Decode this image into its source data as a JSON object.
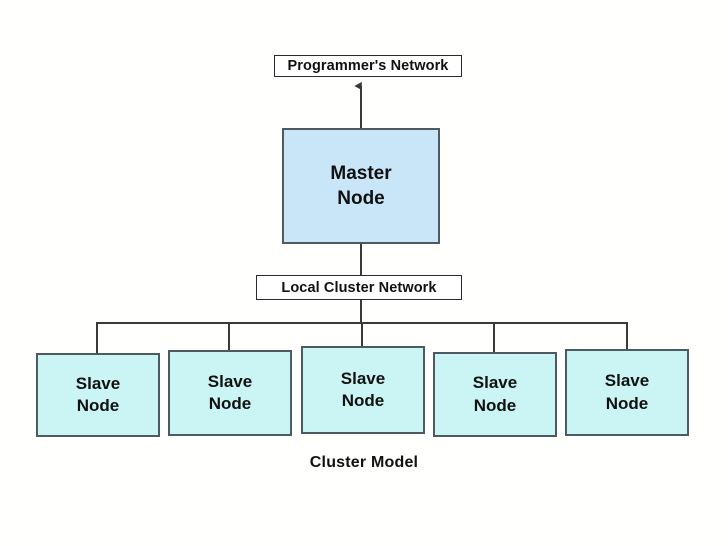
{
  "diagram": {
    "caption": "Cluster Model",
    "top_label": "Programmer's Network",
    "middle_label": "Local Cluster Network",
    "master": {
      "line1": "Master",
      "line2": "Node"
    },
    "slaves": [
      {
        "line1": "Slave",
        "line2": "Node"
      },
      {
        "line1": "Slave",
        "line2": "Node"
      },
      {
        "line1": "Slave",
        "line2": "Node"
      },
      {
        "line1": "Slave",
        "line2": "Node"
      },
      {
        "line1": "Slave",
        "line2": "Node"
      }
    ],
    "colors": {
      "master_fill": "#c8e6f7",
      "slave_fill": "#cbf5f4",
      "node_border": "#4d5a5f",
      "label_border": "#2b2b2b",
      "line": "#3a3a3a",
      "background": "#ffffff",
      "text": "#111111"
    }
  }
}
